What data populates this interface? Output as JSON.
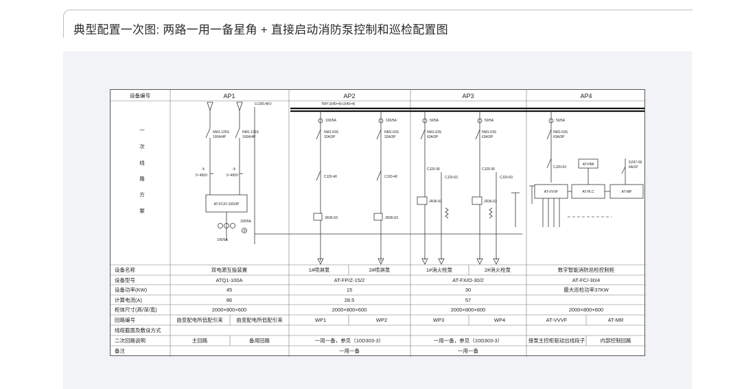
{
  "page": {
    "title": "典型配置一次图: 两路一用一备星角 + 直接启动消防泵控制和巡检配置图"
  },
  "table": {
    "header_label": "设备编号",
    "columns": [
      "AP1",
      "AP2",
      "AP3",
      "AP4"
    ],
    "scheme_label_chars": [
      "一",
      "次",
      "线",
      "路",
      "方",
      "案"
    ],
    "row_labels": [
      "设备名称",
      "设备型号",
      "设备功率(KW)",
      "计算电流(A)",
      "柜体尺寸(高/深/宽)",
      "回路编号",
      "线缆截面及敷设方式",
      "二次回路说明",
      "备注"
    ],
    "device_names": [
      "双电源互投装置",
      "1#喷淋泵",
      "2#喷淋泵",
      "1#消火栓泵",
      "2#消火栓泵",
      "数字智能消防巡检控制柜"
    ],
    "device_models": [
      "ATQ1-100A",
      "AT-FP/Z-15/2",
      "AT-FX/O-30/2",
      "AT-FC/-30/4"
    ],
    "device_power": [
      "45",
      "15",
      "30",
      "最大巡检功率37KW"
    ],
    "calc_current": [
      "86",
      "28.5",
      "57",
      ""
    ],
    "cabinet_size": [
      "2000×800×600",
      "2000×800×600",
      "2000×800×600",
      "2000×800×600"
    ],
    "circuit_numbers": [
      "由变配电所低配引来",
      "由变配电所低配引来",
      "WP1",
      "WP2",
      "WP3",
      "WP4",
      "AT-VVVF",
      "AT-MR"
    ],
    "secondary_notes": [
      "主回路",
      "备用回路",
      "一用一备，参见（10D303-3）",
      "一用一备，参见（10D303-3）",
      "接泵主控柜驱动出线段子",
      "内部控制回路"
    ],
    "remarks": [
      "",
      "一用一备",
      "一用一备",
      ""
    ]
  },
  "diagram": {
    "bus_top_label": "0.23/0.4KV",
    "bus_label": "TMY-3(40×4)+2(40×4)",
    "ap1": {
      "breaker": "NM1-125S",
      "breaker_rating": "100A/4P",
      "meter_num": "③",
      "voltmeter": "0~450V",
      "ats": "AT-FC/O-100/3P",
      "ct_ratio": "100/5A",
      "ct_num": "⑤"
    },
    "ap2": {
      "ct": "100/5A",
      "ct_num": "⑤",
      "breaker": "NM1-63S",
      "breaker_rating": "32A/3P",
      "contactor": "CJ20-40",
      "relay": "JR36-63"
    },
    "ap3": {
      "ct": "50/5A",
      "ct_num": "⑤",
      "breaker": "NM1-63S",
      "breaker_rating": "63A/3P",
      "contactor_a": "CJ20-36",
      "contactor_b": "CJ20-63",
      "relay": "JR36-63"
    },
    "ap4": {
      "ct": "50/5A",
      "ct_num": "⑤",
      "breaker": "NM1-63S",
      "breaker_rating": "63A/3P",
      "contactor": "CJ20-63",
      "hmi": "AT-HMI",
      "vvvf": "AT-VVVF",
      "plc": "AT-PLC",
      "mp": "AT-MP",
      "mcb": "DZ47-60",
      "mcb_rating": "6A/1P"
    }
  }
}
